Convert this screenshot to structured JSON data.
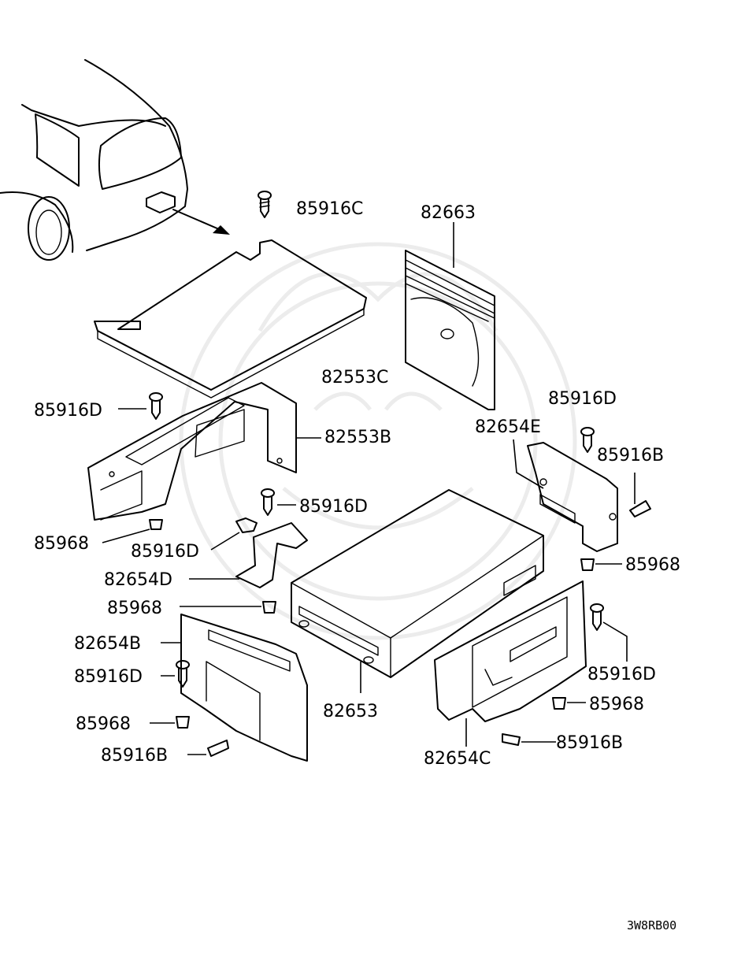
{
  "diagram": {
    "labels": [
      {
        "id": "lbl-85916c-top",
        "text": "85916C"
      },
      {
        "id": "lbl-82663",
        "text": "82663"
      },
      {
        "id": "lbl-82553c",
        "text": "82553C"
      },
      {
        "id": "lbl-85916d-left",
        "text": "85916D"
      },
      {
        "id": "lbl-82553b",
        "text": "82553B"
      },
      {
        "id": "lbl-85916d-right-top",
        "text": "85916D"
      },
      {
        "id": "lbl-82654e",
        "text": "82654E"
      },
      {
        "id": "lbl-85916b-right",
        "text": "85916B"
      },
      {
        "id": "lbl-85916d-mid",
        "text": "85916D"
      },
      {
        "id": "lbl-85968-left",
        "text": "85968"
      },
      {
        "id": "lbl-85916d-mid2",
        "text": "85916D"
      },
      {
        "id": "lbl-82654d",
        "text": "82654D"
      },
      {
        "id": "lbl-85968-right",
        "text": "85968"
      },
      {
        "id": "lbl-85968-mid",
        "text": "85968"
      },
      {
        "id": "lbl-82654b",
        "text": "82654B"
      },
      {
        "id": "lbl-85916d-bl",
        "text": "85916D"
      },
      {
        "id": "lbl-85916d-br",
        "text": "85916D"
      },
      {
        "id": "lbl-85968-bl",
        "text": "85968"
      },
      {
        "id": "lbl-82653",
        "text": "82653"
      },
      {
        "id": "lbl-85968-br",
        "text": "85968"
      },
      {
        "id": "lbl-85916b-bl",
        "text": "85916B"
      },
      {
        "id": "lbl-85916b-br",
        "text": "85916B"
      },
      {
        "id": "lbl-82654c",
        "text": "82654C"
      }
    ],
    "drawing_code": "3W8RB00"
  }
}
